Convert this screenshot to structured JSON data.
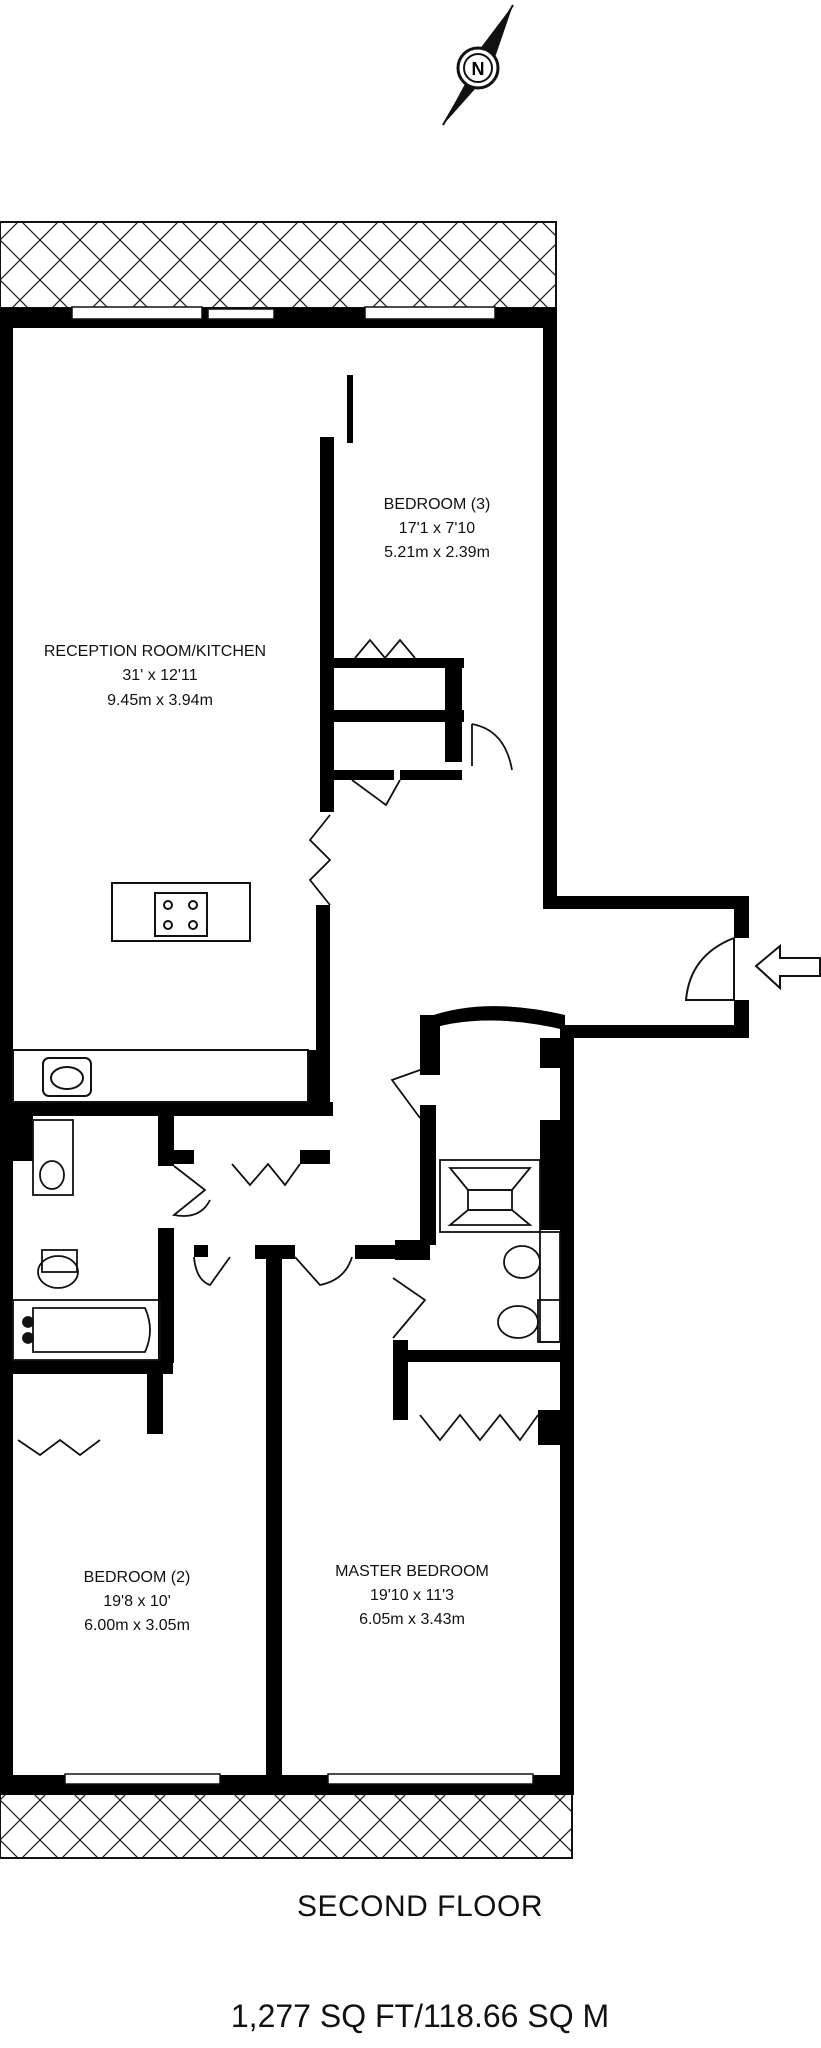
{
  "floor_name": "SECOND FLOOR",
  "total_area": "1,277 SQ FT/118.66 SQ M",
  "compass_letter": "N",
  "rooms": [
    {
      "name": "RECEPTION ROOM/KITCHEN",
      "imperial": "31' x 12'11",
      "metric": "9.45m x 3.94m"
    },
    {
      "name": "BEDROOM (3)",
      "imperial": "17'1 x 7'10",
      "metric": "5.21m x 2.39m"
    },
    {
      "name": "BEDROOM (2)",
      "imperial": "19'8 x 10'",
      "metric": "6.00m x 3.05m"
    },
    {
      "name": "MASTER BEDROOM",
      "imperial": "19'10 x 11'3",
      "metric": "6.05m x 3.43m"
    }
  ]
}
